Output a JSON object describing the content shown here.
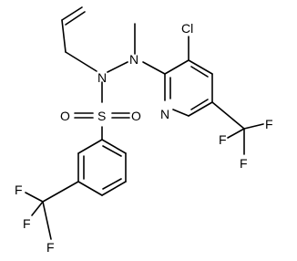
{
  "molecule": {
    "atoms": {
      "n1": "N",
      "n2": "N",
      "s": "S",
      "o1": "O",
      "o2": "O",
      "cl": "Cl",
      "n_pyr": "N",
      "f_r1": "F",
      "f_r2": "F",
      "f_r3": "F",
      "f_l1": "F",
      "f_l2": "F",
      "f_l3": "F"
    }
  },
  "colors": {
    "line": "#000000",
    "background": "#ffffff"
  }
}
